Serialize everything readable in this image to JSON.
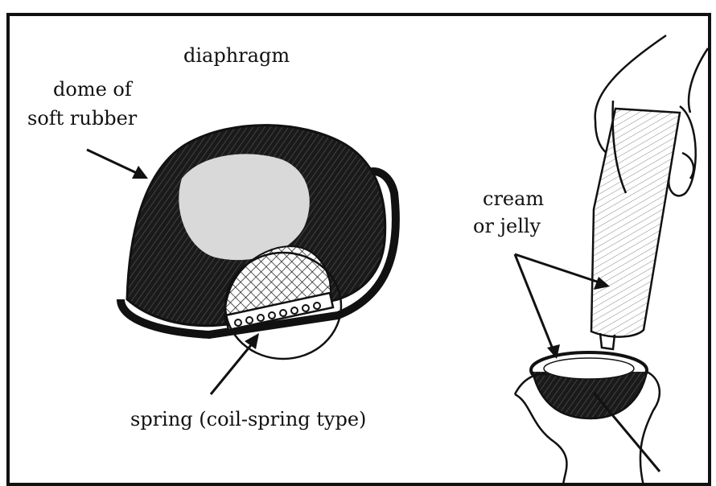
{
  "labels": {
    "diaphragm": "diaphragm",
    "dome_line1": "dome of",
    "dome_line2": "soft rubber",
    "spring": "spring (coil-spring type)",
    "cream_line1": "cream",
    "cream_line2": "or jelly"
  },
  "colors": {
    "ink": "#111111",
    "paper": "#ffffff",
    "highlight": "#d9d9d9"
  }
}
